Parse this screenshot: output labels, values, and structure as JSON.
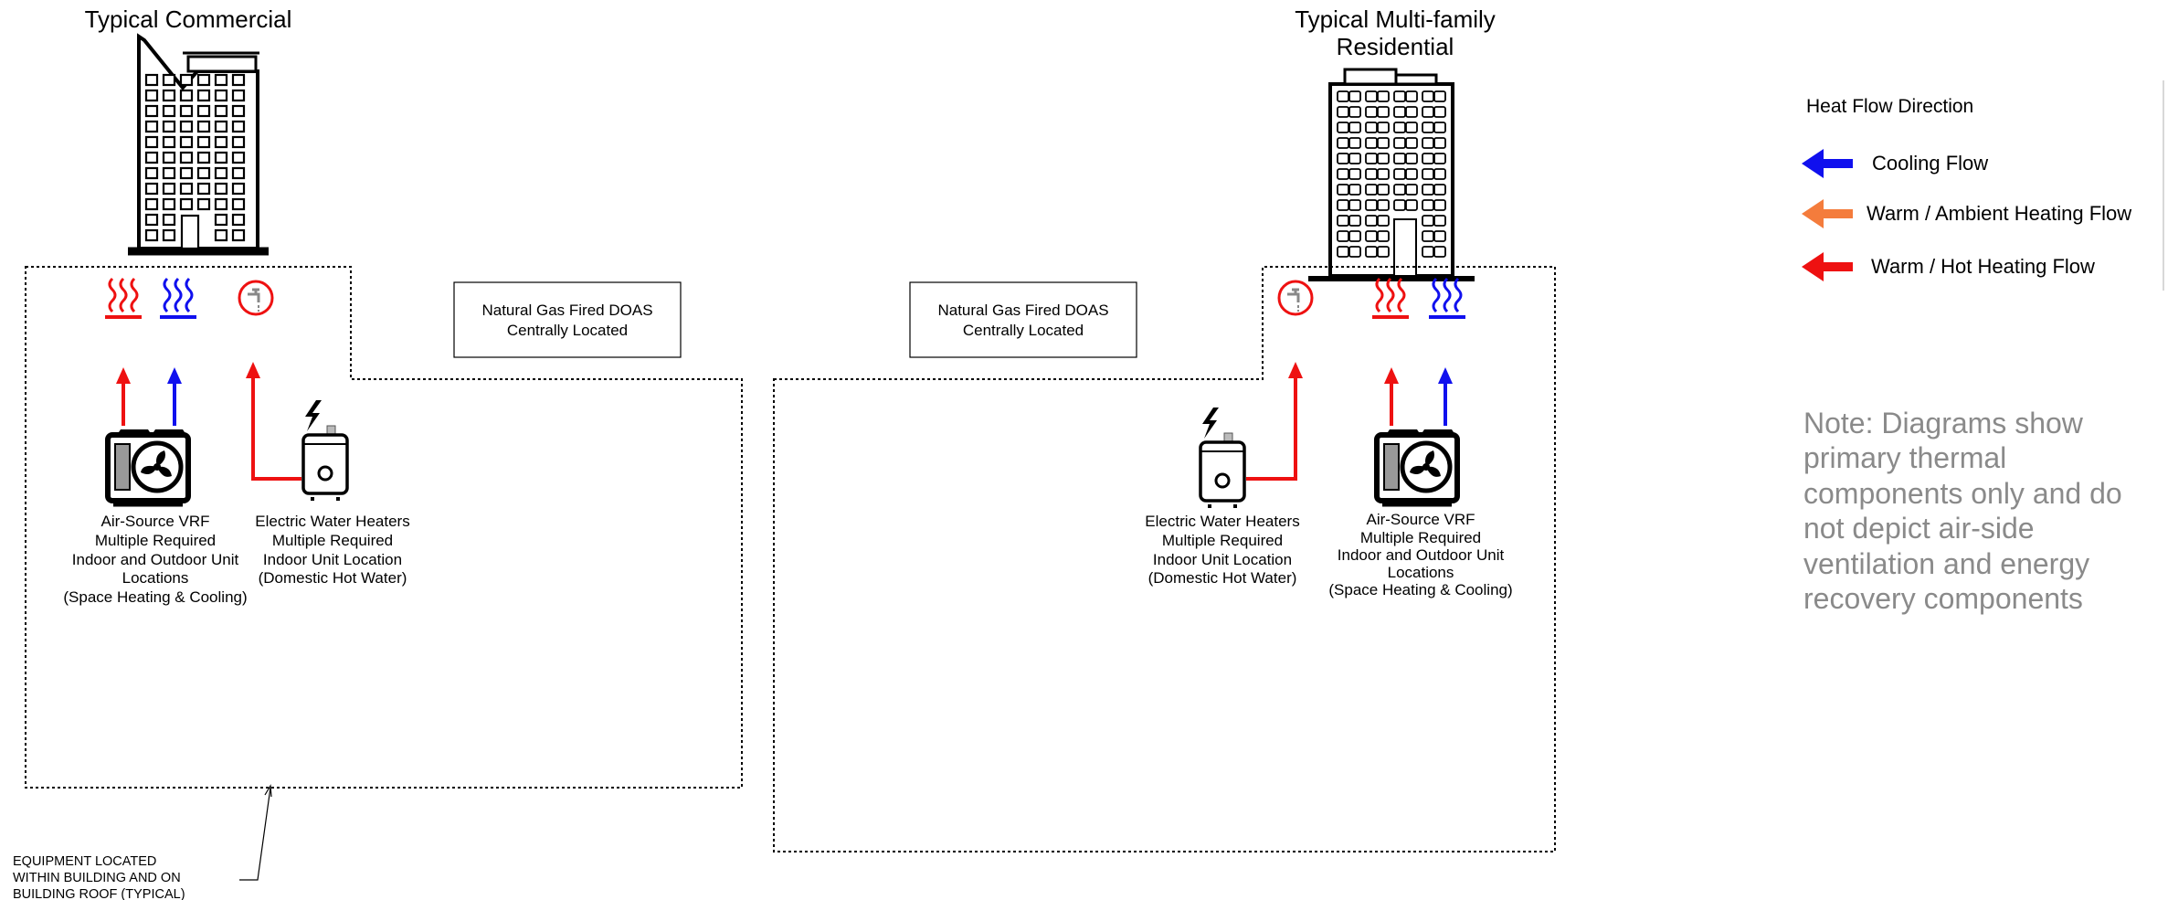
{
  "commercial": {
    "title": "Typical Commercial",
    "doas_box": [
      "Natural Gas Fired DOAS",
      "Centrally Located"
    ],
    "vrf_label": [
      "Air-Source VRF",
      "Multiple Required",
      "Indoor and Outdoor Unit",
      "Locations",
      "(Space Heating & Cooling)"
    ],
    "water_heater_label": [
      "Electric Water Heaters",
      "Multiple Required",
      "Indoor Unit Location",
      "(Domestic Hot Water)"
    ],
    "callout": [
      "EQUIPMENT LOCATED",
      "WITHIN BUILDING AND ON",
      "BUILDING ROOF (TYPICAL)"
    ]
  },
  "residential": {
    "title": [
      "Typical Multi-family",
      "Residential"
    ],
    "doas_box": [
      "Natural Gas Fired DOAS",
      "Centrally Located"
    ],
    "water_heater_label": [
      "Electric Water Heaters",
      "Multiple Required",
      "Indoor Unit Location",
      "(Domestic Hot Water)"
    ],
    "vrf_label": [
      "Air-Source VRF",
      "Multiple Required",
      "Indoor and Outdoor Unit",
      "Locations",
      "(Space Heating & Cooling)"
    ]
  },
  "legend": {
    "heading": "Heat Flow Direction",
    "items": [
      {
        "label": "Cooling Flow",
        "color": "#1010ee"
      },
      {
        "label": "Warm / Ambient Heating Flow",
        "color": "#f47c3c"
      },
      {
        "label": "Warm / Hot Heating Flow",
        "color": "#ee1111"
      }
    ]
  },
  "note": [
    "Note: Diagrams show",
    "primary thermal",
    "components only and do",
    "not depict air-side",
    "ventilation and energy",
    "recovery components"
  ],
  "colors": {
    "hot": "#ee1111",
    "cool": "#1010ee",
    "ambient": "#f47c3c",
    "note": "#8a8a8a"
  },
  "icons": [
    "commercial-building-icon",
    "residential-building-icon",
    "heating-radiator-icon",
    "cooling-radiator-icon",
    "faucet-icon",
    "vrf-outdoor-unit-icon",
    "water-heater-icon",
    "arrow-left-icon"
  ]
}
